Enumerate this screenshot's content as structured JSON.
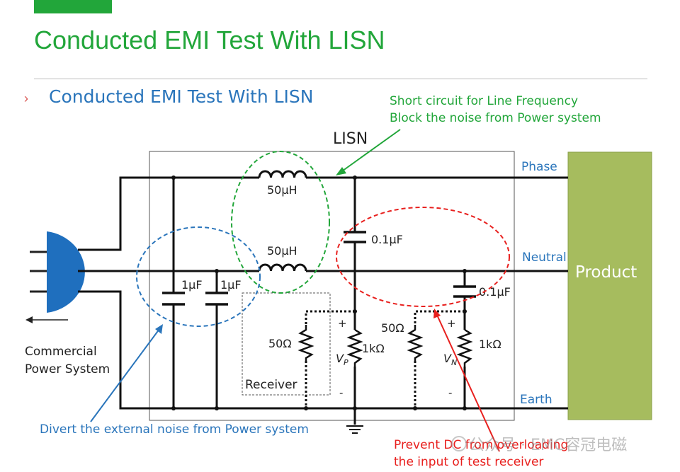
{
  "title": "Conducted EMI Test With LISN",
  "section_heading": "Conducted EMI Test With LISN",
  "bullet": "›",
  "lisn_label": "LISN",
  "notes": {
    "green_line1": "Short circuit for Line Frequency",
    "green_line2": "Block the noise from Power system",
    "blue": "Divert the external noise from Power system",
    "red_line1": "Prevent DC from overloading",
    "red_line2": "the input of test receiver"
  },
  "lines": {
    "phase": "Phase",
    "neutral": "Neutral",
    "earth": "Earth"
  },
  "product": "Product",
  "source": {
    "line1": "Commercial",
    "line2": "Power System"
  },
  "receiver": "Receiver",
  "components": {
    "inductor_top": "50μH",
    "inductor_mid": "50μH",
    "cap_left1": "1μF",
    "cap_left2": "1μF",
    "cap_p": "0.1μF",
    "cap_n": "0.1μF",
    "r_rx": "50Ω",
    "r_p": "1kΩ",
    "r_n_50": "50Ω",
    "r_n_1k": "1kΩ",
    "vp_main": "V",
    "vp_sub": "P",
    "vn_main": "V",
    "vn_sub": "N",
    "plus": "+",
    "minus": "-"
  },
  "watermark": "公众号 · EMC容冠电磁",
  "colors": {
    "green": "#22a63a",
    "blue": "#2a75bb",
    "red": "#e8201e",
    "product_fill": "#a6bc5e",
    "plug": "#1f6fbe"
  }
}
